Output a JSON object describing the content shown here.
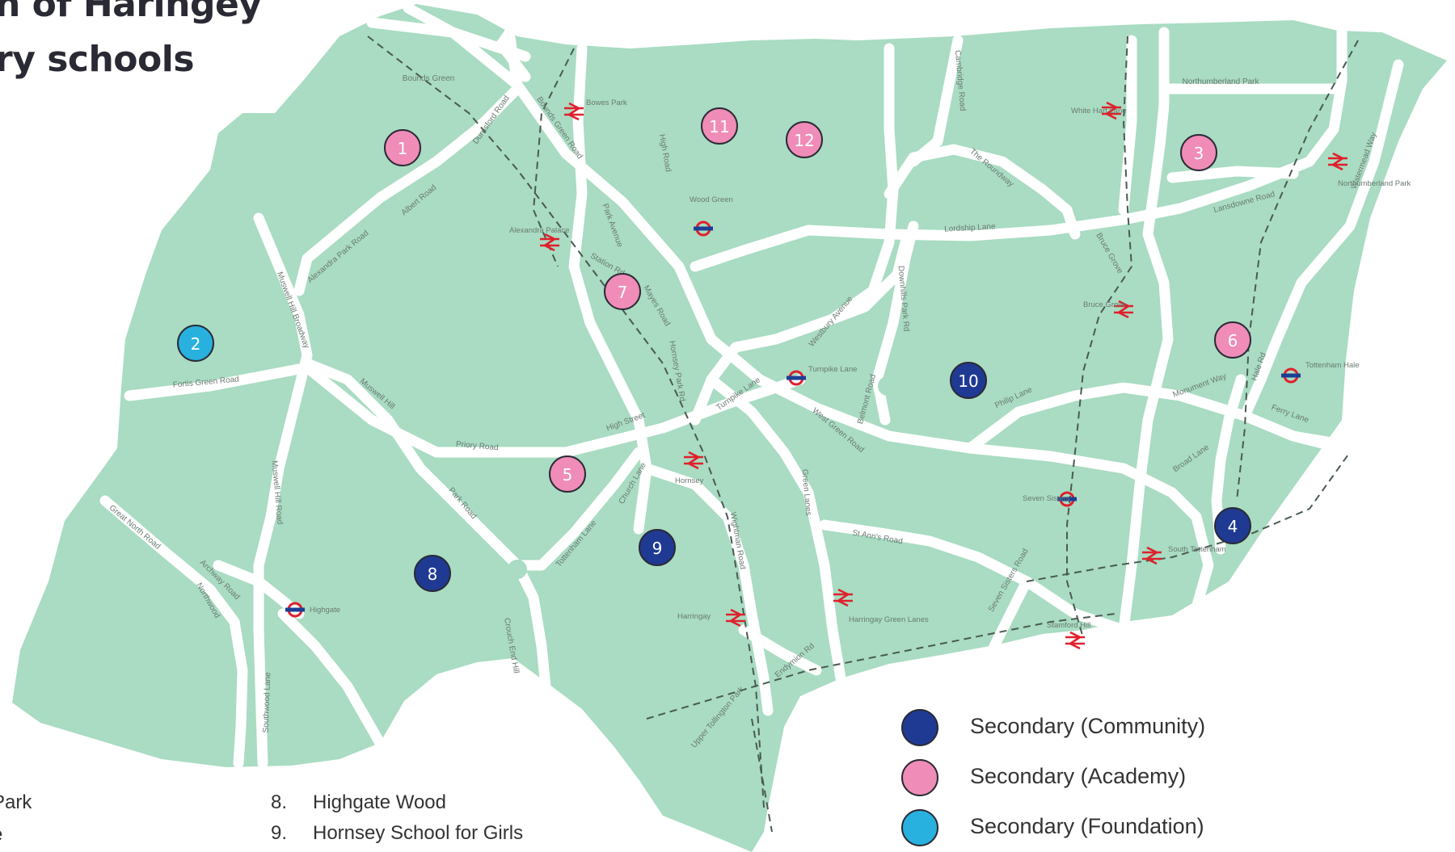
{
  "title": {
    "line1": "n of Haringey",
    "line2": "ry schools"
  },
  "colors": {
    "land": "#a9dcc2",
    "road": "#ffffff",
    "community": "#1f3a93",
    "academy": "#f08cb8",
    "foundation": "#28b1de",
    "rail_icon": "#e0202c",
    "tube_icon": "#1c3f95"
  },
  "markers": [
    {
      "number": "1",
      "type": "academy"
    },
    {
      "number": "2",
      "type": "foundation"
    },
    {
      "number": "3",
      "type": "academy"
    },
    {
      "number": "4",
      "type": "community"
    },
    {
      "number": "5",
      "type": "academy"
    },
    {
      "number": "6",
      "type": "academy"
    },
    {
      "number": "7",
      "type": "academy"
    },
    {
      "number": "8",
      "type": "community"
    },
    {
      "number": "9",
      "type": "community"
    },
    {
      "number": "10",
      "type": "community"
    },
    {
      "number": "11",
      "type": "academy"
    },
    {
      "number": "12",
      "type": "academy"
    }
  ],
  "streets": [
    "Bounds Green",
    "Durnsford Road",
    "Bounds Green Road",
    "Albert Road",
    "Alexandra Park Road",
    "Muswell Hill Broadway",
    "Fortis Green Road",
    "Muswell Hill",
    "Muswell Hill Road",
    "Priory Road",
    "Park Road",
    "High Street",
    "Church Lane",
    "Tottenham Lane",
    "Crouch End Hill",
    "Great North Road",
    "Archway Road",
    "Northwood",
    "Southwood Lane",
    "Park Avenue",
    "Station Rd",
    "Mayes Road",
    "Hornsey Park Rd",
    "Turnpike Lane",
    "High Road",
    "Wightman Road",
    "Green Lanes",
    "West Green Road",
    "Westbury Avenue",
    "Lordship Lane",
    "Downhills Park Rd",
    "Belmont Road",
    "Philip Lane",
    "St Ann's Road",
    "Seven Sisters Road",
    "Cambridge Road",
    "The Roundway",
    "Bruce Grove",
    "Lansdowne Road",
    "Northumberland Park",
    "Watermead Way",
    "Hale Rd",
    "Monument Way",
    "Ferry Lane",
    "Broad Lane",
    "Endymion Rd",
    "Upper Tollington Park"
  ],
  "stations": [
    {
      "name": "Bowes Park",
      "kind": "rail"
    },
    {
      "name": "Alexandra Palace",
      "kind": "rail"
    },
    {
      "name": "Wood Green",
      "kind": "tube"
    },
    {
      "name": "White Hart Lane",
      "kind": "rail"
    },
    {
      "name": "Northumberland Park",
      "kind": "rail"
    },
    {
      "name": "Bruce Grove",
      "kind": "rail"
    },
    {
      "name": "Turnpike Lane",
      "kind": "tube"
    },
    {
      "name": "Tottenham Hale",
      "kind": "tube"
    },
    {
      "name": "Hornsey",
      "kind": "rail"
    },
    {
      "name": "Seven Sisters",
      "kind": "tube"
    },
    {
      "name": "South Tottenham",
      "kind": "rail"
    },
    {
      "name": "Harringay",
      "kind": "rail"
    },
    {
      "name": "Harringay Green Lanes",
      "kind": "rail"
    },
    {
      "name": "Stamford Hill",
      "kind": "rail"
    },
    {
      "name": "Highgate",
      "kind": "tube"
    }
  ],
  "legend": [
    {
      "label": "Secondary (Community)",
      "type": "community"
    },
    {
      "label": "Secondary (Academy)",
      "type": "academy"
    },
    {
      "label": "Secondary (Foundation)",
      "type": "foundation"
    }
  ],
  "school_list": {
    "left_col": [
      {
        "num": "",
        "name": "Park"
      },
      {
        "num": "",
        "name": "e"
      }
    ],
    "right_col": [
      {
        "num": "8.",
        "name": "Highgate Wood"
      },
      {
        "num": "9.",
        "name": "Hornsey School for Girls"
      }
    ]
  }
}
